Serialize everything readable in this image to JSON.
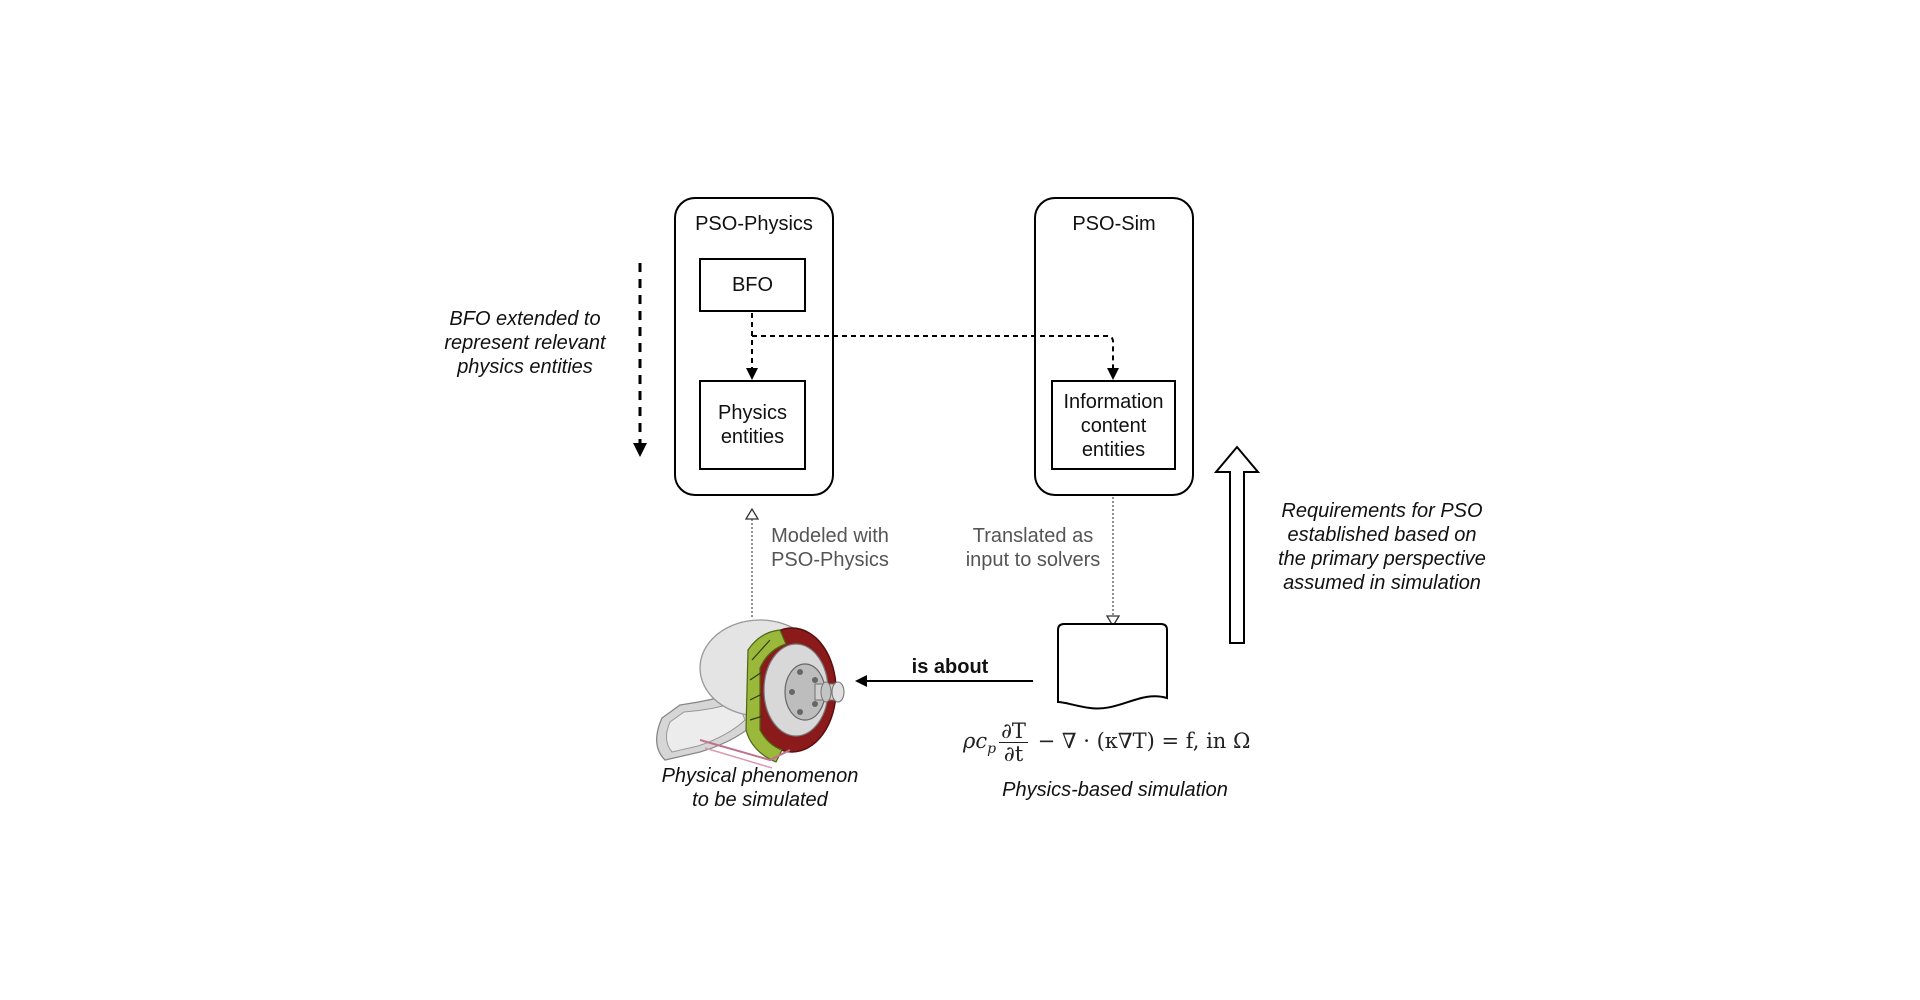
{
  "containers": {
    "pso_physics": {
      "title": "PSO-Physics"
    },
    "pso_sim": {
      "title": "PSO-Sim"
    }
  },
  "boxes": {
    "bfo": "BFO",
    "physics_entities": [
      "Physics",
      "entities"
    ],
    "ice": [
      "Information",
      "content",
      "entities"
    ]
  },
  "annotations": {
    "bfo_extended": [
      "BFO extended to",
      "represent relevant",
      "physics entities"
    ],
    "requirements": [
      "Requirements for PSO",
      "established based on",
      "the primary perspective",
      "assumed in simulation"
    ],
    "modeled_with": [
      "Modeled with",
      "PSO-Physics"
    ],
    "translated_as": [
      "Translated as",
      "input to solvers"
    ],
    "is_about": "is about",
    "phenomenon_caption": [
      "Physical phenomenon",
      "to be simulated"
    ],
    "simulation_caption": "Physics-based simulation"
  },
  "equation": {
    "lhs_prefix": "ρc",
    "lhs_sub": "p",
    "num": "∂T",
    "den": "∂t",
    "rest": " − ∇ · (κ∇T) = f, in Ω"
  },
  "illustration": {
    "name": "brake-disc-assembly",
    "colors": {
      "disc": "#8b1a1a",
      "caliper": "#9ab83a",
      "metal": "#c8c8c8"
    }
  }
}
